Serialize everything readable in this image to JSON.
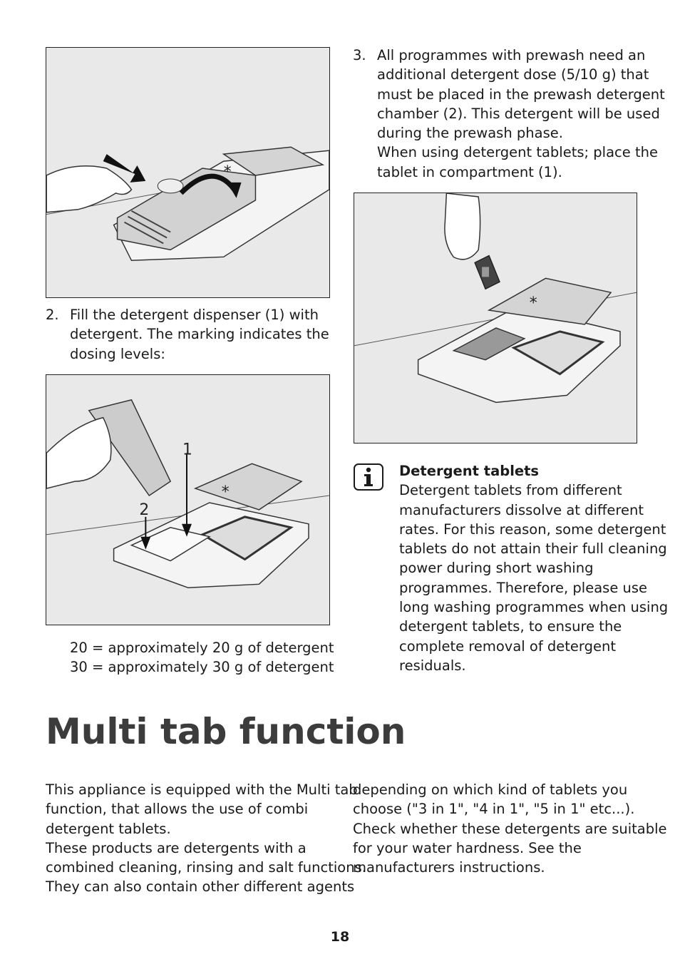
{
  "figures": {
    "fig_left_bottom": {
      "label_1": "1",
      "label_2": "2"
    }
  },
  "step2": {
    "number": "2.",
    "lines": [
      "Fill the detergent dispenser (1) with",
      "detergent. The marking indicates the",
      "dosing levels:"
    ]
  },
  "dosing": {
    "lines": [
      "20 = approximately 20 g of detergent",
      "30 = approximately 30 g of detergent"
    ]
  },
  "step3": {
    "number": "3.",
    "lines": [
      "All programmes with prewash need an",
      "additional detergent dose (5/10 g) that",
      "must be placed in the prewash detergent",
      "chamber (2). This detergent will be used",
      "during the prewash phase.",
      "When using detergent tablets; place the",
      "tablet in compartment (1)."
    ]
  },
  "info": {
    "icon": "info-icon",
    "heading": "Detergent tablets",
    "lines": [
      "Detergent tablets from different",
      "manufacturers dissolve at different",
      "rates. For this reason, some detergent",
      "tablets do not attain their full cleaning",
      "power during short washing",
      "programmes. Therefore, please use",
      "long washing programmes when using",
      "detergent tablets, to ensure the",
      "complete removal of detergent",
      "residuals."
    ]
  },
  "section": {
    "title": "Multi tab function",
    "col1": [
      "This appliance is equipped with the Multi tab",
      "function, that allows the use of combi",
      "detergent tablets.",
      "These products are detergents with a",
      "combined cleaning, rinsing and salt functions.",
      "They can also contain other different agents"
    ],
    "col2": [
      "depending on which kind of tablets you",
      "choose (\"3 in 1\", \"4 in 1\", \"5 in 1\" etc...).",
      "Check whether these detergents are suitable",
      "for your water hardness. See the",
      "manufacturers instructions."
    ]
  },
  "page_number": "18"
}
